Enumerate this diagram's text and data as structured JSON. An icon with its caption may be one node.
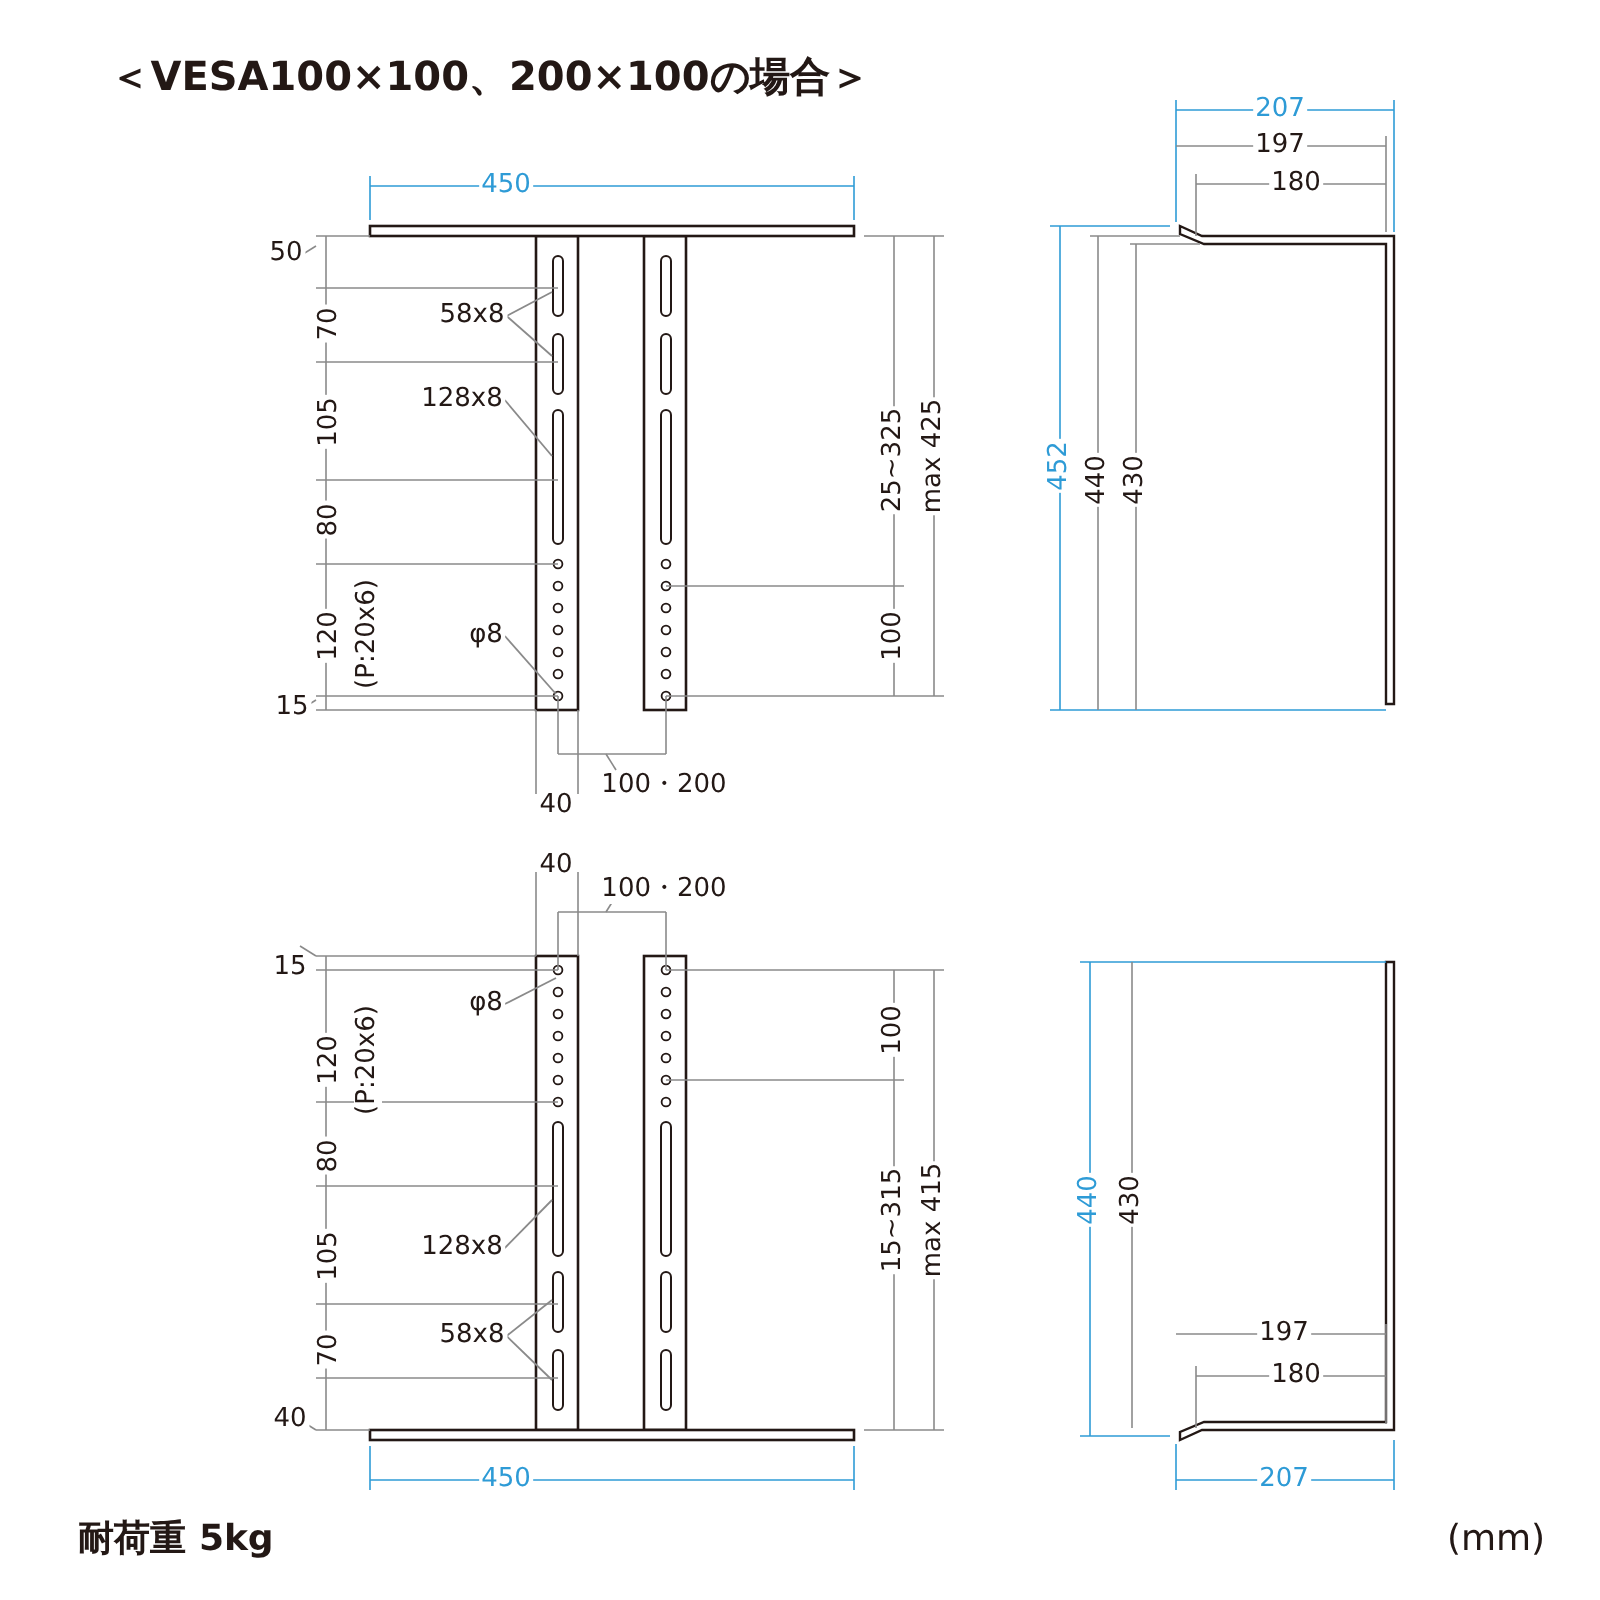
{
  "diagram": {
    "title": "＜VESA100×100、200×100の場合＞",
    "nodes": [
      {
        "text": [
          "58x8"
        ]
      },
      {
        "text": [
          "128x8"
        ]
      },
      {
        "text": [
          "φ8"
        ]
      },
      {
        "text": [
          "φ8"
        ]
      },
      {
        "text": [
          "128x8"
        ]
      },
      {
        "text": [
          "58x8"
        ]
      }
    ],
    "edges": [
      {
        "from": 0,
        "to": null,
        "arrow": "none"
      },
      {
        "from": 0,
        "to": null,
        "arrow": "none"
      },
      {
        "from": 1,
        "to": null,
        "arrow": "none"
      },
      {
        "from": 2,
        "to": null,
        "arrow": "none"
      },
      {
        "from": 3,
        "to": null,
        "arrow": "none"
      },
      {
        "from": 4,
        "to": null,
        "arrow": "none"
      },
      {
        "from": 5,
        "to": null,
        "arrow": "none"
      },
      {
        "from": 5,
        "to": null,
        "arrow": "none"
      }
    ],
    "labels": [
      "207",
      "197",
      "450",
      "180",
      "50",
      "70",
      "105",
      "25~325",
      "max 425",
      "452",
      "440",
      "430",
      "80",
      "120",
      "(P:20x6)",
      "100",
      "15",
      "40",
      "100・200",
      "40",
      "100・200",
      "15",
      "120",
      "(P:20x6)",
      "100",
      "80",
      "440",
      "430",
      "15~315",
      "max 415",
      "105",
      "70",
      "197",
      "180",
      "40",
      "450",
      "207",
      "耐荷重 5kg",
      "(mm)"
    ]
  }
}
